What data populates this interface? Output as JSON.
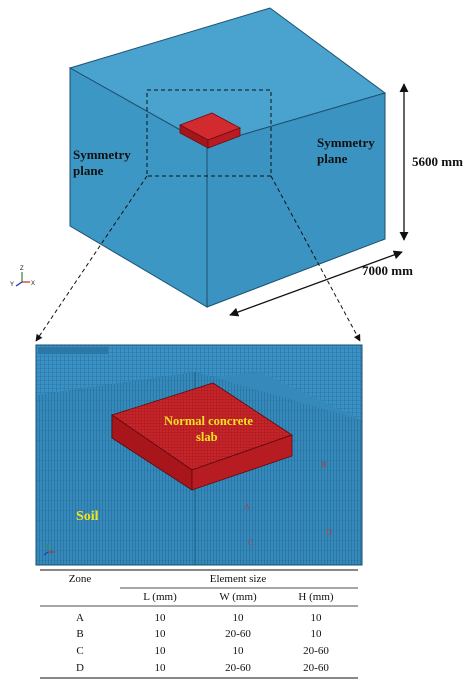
{
  "figure": {
    "model": {
      "left_plane_label": [
        "Symmetry",
        "plane"
      ],
      "right_plane_label": [
        "Symmetry",
        "plane"
      ],
      "height_dimension": "5600 mm",
      "length_dimension": "7000 mm",
      "axis_triad": {
        "y": "Y",
        "z": "Z",
        "x": "X"
      }
    },
    "mesh_view": {
      "slab_label": [
        "Normal concrete",
        "slab"
      ],
      "soil_label": "Soil",
      "zone_markers": [
        "A",
        "B",
        "C",
        "D"
      ]
    }
  },
  "table": {
    "zone_header": "Zone",
    "group_header": "Element size",
    "columns": [
      "L (mm)",
      "W (mm)",
      "H (mm)"
    ],
    "rows": [
      {
        "zone": "A",
        "L": "10",
        "W": "10",
        "H": "10"
      },
      {
        "zone": "B",
        "L": "10",
        "W": "20-60",
        "H": "10"
      },
      {
        "zone": "C",
        "L": "10",
        "W": "10",
        "H": "20-60"
      },
      {
        "zone": "D",
        "L": "10",
        "W": "20-60",
        "H": "20-60"
      }
    ]
  },
  "colors": {
    "soil_blue": "#3d97c4",
    "soil_blue_dark": "#2a7fae",
    "slab_red": "#c41e24",
    "slab_red_dark": "#8e1116",
    "mesh_blue": "#2f86bb"
  }
}
